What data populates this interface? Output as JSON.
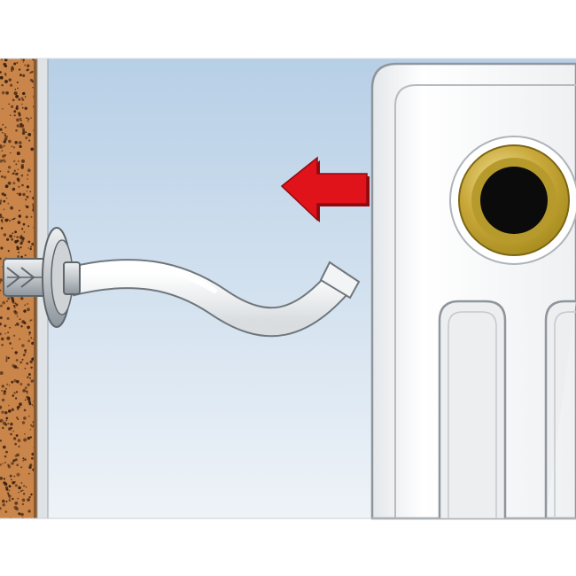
{
  "colors": {
    "page_background": "#ffffff",
    "sky_top": "#b7cfe6",
    "sky_bottom": "#eef3f8",
    "wall_base": "#c9854a",
    "wall_speckle": "#3a2010",
    "wall_edge": "#8a5a2e",
    "plaster": "#dfe3e6",
    "radiator_body": "#f3f4f5",
    "radiator_outline": "#8e959b",
    "ring_gold_light": "#f3e69b",
    "ring_gold_dark": "#a58a1c",
    "hole": "#0b0b0b",
    "arrow_red": "#e0131a",
    "arrow_dark_red": "#8f0b10",
    "anchor_gray": "#c7cbce",
    "pipe_white": "#f7f8f9"
  },
  "icons": {
    "direction_arrow": "left-arrow-icon",
    "wall_anchor": "wall-plug-icon",
    "radiator_inlet": "pipe-inlet-icon"
  },
  "scene_elements": [
    "brick-wall",
    "wall-plug-anchor",
    "flexible-hose",
    "direction-arrow",
    "radiator-panel",
    "radiator-inlet-ring",
    "radiator-fins"
  ]
}
